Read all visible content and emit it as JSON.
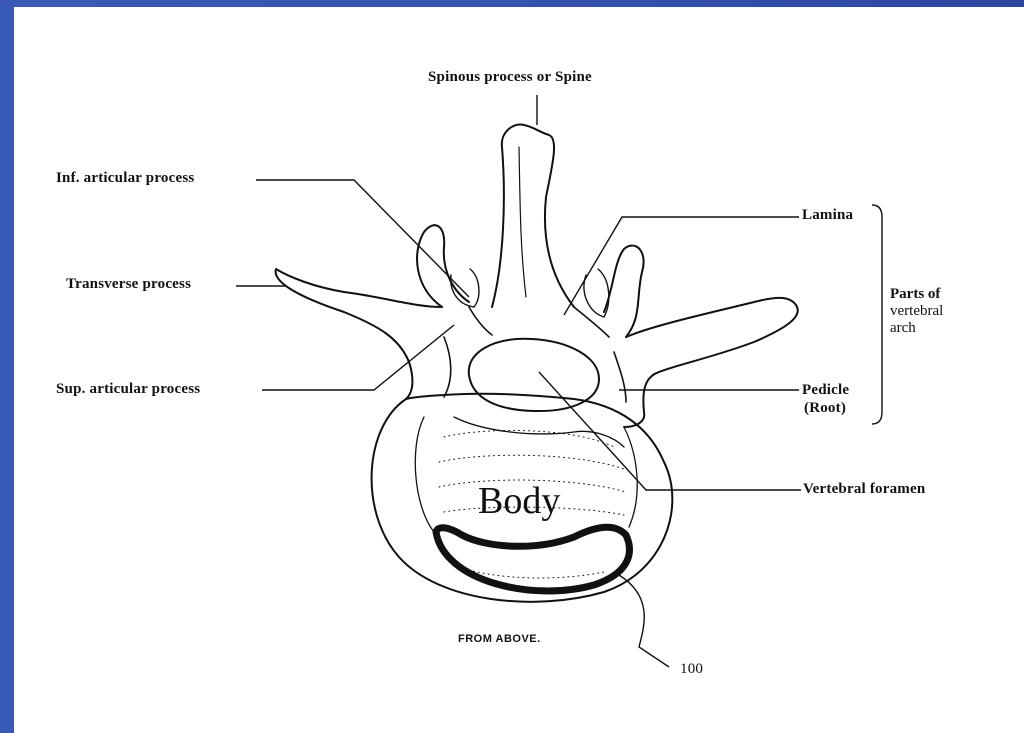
{
  "labels": {
    "spinous": "Spinous process or Spine",
    "inf_articular": "Inf. articular process",
    "transverse": "Transverse process",
    "sup_articular": "Sup. articular process",
    "lamina": "Lamina",
    "parts_line1": "Parts of",
    "parts_line2": "vertebral",
    "parts_line3": "arch",
    "pedicle_line1": "Pedicle",
    "pedicle_line2": "(Root)",
    "vertebral_foramen": "Vertebral foramen",
    "body": "Body",
    "view_caption": "FROM ABOVE.",
    "figure_number": "100"
  },
  "colors": {
    "frame": "#2f4fa6",
    "paper": "#ffffff",
    "ink": "#111111"
  }
}
